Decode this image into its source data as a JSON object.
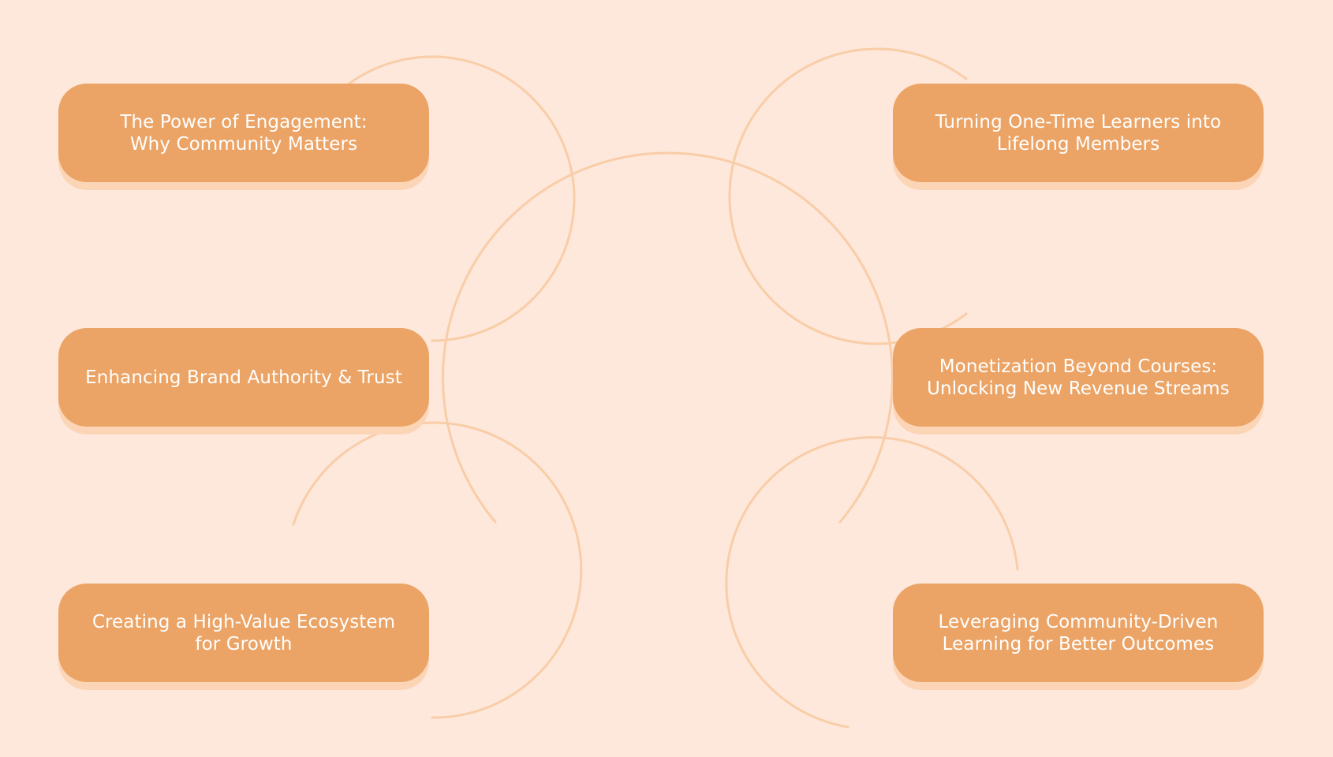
{
  "palette": {
    "background": "#fde8db",
    "card_fill": "#eba466",
    "card_shadow": "#fcd5b7",
    "card_text": "#ffffff",
    "ring_stroke": "#f9cda8"
  },
  "cards": {
    "left": [
      {
        "label": "The Power of Engagement:\nWhy Community Matters"
      },
      {
        "label": "Enhancing Brand Authority & Trust"
      },
      {
        "label": "Creating a High-Value Ecosystem\nfor Growth"
      }
    ],
    "right": [
      {
        "label": "Turning One-Time Learners into\nLifelong Members"
      },
      {
        "label": "Monetization Beyond Courses:\nUnlocking New Revenue Streams"
      },
      {
        "label": "Leveraging Community-Driven\nLearning for Better Outcomes"
      }
    ]
  }
}
